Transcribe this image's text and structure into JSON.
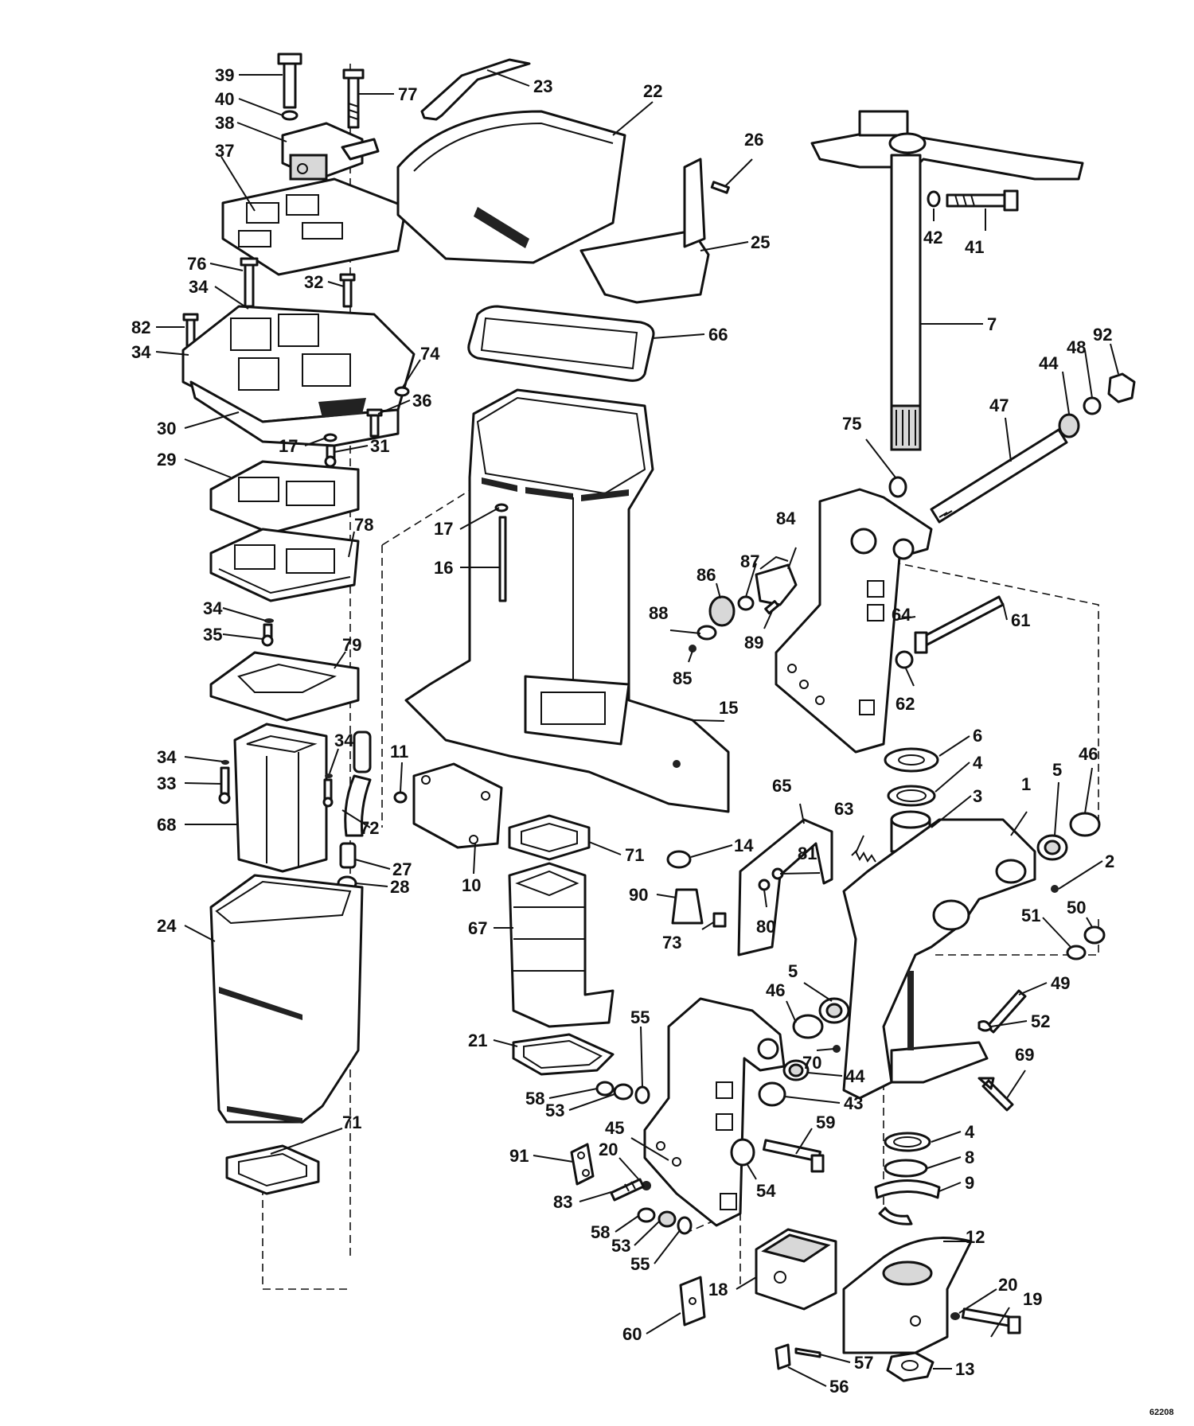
{
  "figure_number": "62208",
  "callouts": [
    {
      "id": "c39",
      "label": "39"
    },
    {
      "id": "c40",
      "label": "40"
    },
    {
      "id": "c77",
      "label": "77"
    },
    {
      "id": "c38",
      "label": "38"
    },
    {
      "id": "c37",
      "label": "37"
    },
    {
      "id": "c76",
      "label": "76"
    },
    {
      "id": "c34a",
      "label": "34"
    },
    {
      "id": "c32",
      "label": "32"
    },
    {
      "id": "c82",
      "label": "82"
    },
    {
      "id": "c34b",
      "label": "34"
    },
    {
      "id": "c74",
      "label": "74"
    },
    {
      "id": "c36",
      "label": "36"
    },
    {
      "id": "c30",
      "label": "30"
    },
    {
      "id": "c17a",
      "label": "17"
    },
    {
      "id": "c31",
      "label": "31"
    },
    {
      "id": "c29",
      "label": "29"
    },
    {
      "id": "c78",
      "label": "78"
    },
    {
      "id": "c34c",
      "label": "34"
    },
    {
      "id": "c35",
      "label": "35"
    },
    {
      "id": "c79",
      "label": "79"
    },
    {
      "id": "c34d",
      "label": "34"
    },
    {
      "id": "c34e",
      "label": "34"
    },
    {
      "id": "c33",
      "label": "33"
    },
    {
      "id": "c68",
      "label": "68"
    },
    {
      "id": "c72",
      "label": "72"
    },
    {
      "id": "c27",
      "label": "27"
    },
    {
      "id": "c28",
      "label": "28"
    },
    {
      "id": "c24",
      "label": "24"
    },
    {
      "id": "c71a",
      "label": "71"
    },
    {
      "id": "c23",
      "label": "23"
    },
    {
      "id": "c22",
      "label": "22"
    },
    {
      "id": "c26",
      "label": "26"
    },
    {
      "id": "c25",
      "label": "25"
    },
    {
      "id": "c66",
      "label": "66"
    },
    {
      "id": "c17b",
      "label": "17"
    },
    {
      "id": "c16",
      "label": "16"
    },
    {
      "id": "c11",
      "label": "11"
    },
    {
      "id": "c15",
      "label": "15"
    },
    {
      "id": "c10",
      "label": "10"
    },
    {
      "id": "c71b",
      "label": "71"
    },
    {
      "id": "c14",
      "label": "14"
    },
    {
      "id": "c90",
      "label": "90"
    },
    {
      "id": "c67",
      "label": "67"
    },
    {
      "id": "c21",
      "label": "21"
    },
    {
      "id": "c88",
      "label": "88"
    },
    {
      "id": "c86",
      "label": "86"
    },
    {
      "id": "c87",
      "label": "87"
    },
    {
      "id": "c84",
      "label": "84"
    },
    {
      "id": "c89",
      "label": "89"
    },
    {
      "id": "c85",
      "label": "85"
    },
    {
      "id": "c42",
      "label": "42"
    },
    {
      "id": "c41",
      "label": "41"
    },
    {
      "id": "c7",
      "label": "7"
    },
    {
      "id": "c92",
      "label": "92"
    },
    {
      "id": "c48",
      "label": "48"
    },
    {
      "id": "c44a",
      "label": "44"
    },
    {
      "id": "c47",
      "label": "47"
    },
    {
      "id": "c75",
      "label": "75"
    },
    {
      "id": "c64",
      "label": "64"
    },
    {
      "id": "c61",
      "label": "61"
    },
    {
      "id": "c62",
      "label": "62"
    },
    {
      "id": "c6",
      "label": "6"
    },
    {
      "id": "c4a",
      "label": "4"
    },
    {
      "id": "c3",
      "label": "3"
    },
    {
      "id": "c1",
      "label": "1"
    },
    {
      "id": "c5a",
      "label": "5"
    },
    {
      "id": "c46a",
      "label": "46"
    },
    {
      "id": "c2",
      "label": "2"
    },
    {
      "id": "c50",
      "label": "50"
    },
    {
      "id": "c51",
      "label": "51"
    },
    {
      "id": "c65",
      "label": "65"
    },
    {
      "id": "c63",
      "label": "63"
    },
    {
      "id": "c81",
      "label": "81"
    },
    {
      "id": "c80",
      "label": "80"
    },
    {
      "id": "c73",
      "label": "73"
    },
    {
      "id": "c5b",
      "label": "5"
    },
    {
      "id": "c46b",
      "label": "46"
    },
    {
      "id": "c49",
      "label": "49"
    },
    {
      "id": "c52",
      "label": "52"
    },
    {
      "id": "c70",
      "label": "70"
    },
    {
      "id": "c69",
      "label": "69"
    },
    {
      "id": "c55a",
      "label": "55"
    },
    {
      "id": "c58a",
      "label": "58"
    },
    {
      "id": "c53a",
      "label": "53"
    },
    {
      "id": "c44b",
      "label": "44"
    },
    {
      "id": "c43",
      "label": "43"
    },
    {
      "id": "c45",
      "label": "45"
    },
    {
      "id": "c59",
      "label": "59"
    },
    {
      "id": "c91",
      "label": "91"
    },
    {
      "id": "c20a",
      "label": "20"
    },
    {
      "id": "c54",
      "label": "54"
    },
    {
      "id": "c83",
      "label": "83"
    },
    {
      "id": "c58b",
      "label": "58"
    },
    {
      "id": "c53b",
      "label": "53"
    },
    {
      "id": "c55b",
      "label": "55"
    },
    {
      "id": "c4b",
      "label": "4"
    },
    {
      "id": "c8",
      "label": "8"
    },
    {
      "id": "c9",
      "label": "9"
    },
    {
      "id": "c12",
      "label": "12"
    },
    {
      "id": "c18",
      "label": "18"
    },
    {
      "id": "c20b",
      "label": "20"
    },
    {
      "id": "c19",
      "label": "19"
    },
    {
      "id": "c60",
      "label": "60"
    },
    {
      "id": "c57",
      "label": "57"
    },
    {
      "id": "c56",
      "label": "56"
    },
    {
      "id": "c13",
      "label": "13"
    }
  ]
}
